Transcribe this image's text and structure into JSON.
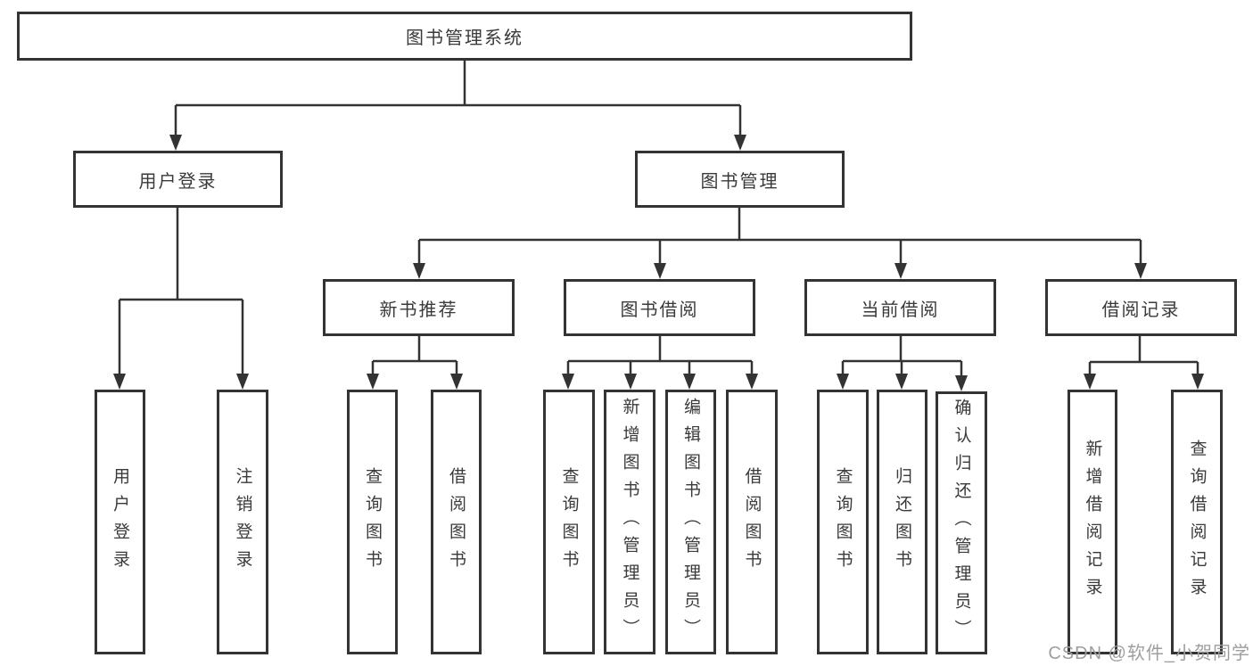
{
  "diagram": {
    "root": {
      "label": "图书管理系统"
    },
    "branches": [
      {
        "label": "用户登录",
        "children": [
          {
            "label": "用户登录"
          },
          {
            "label": "注销登录"
          }
        ]
      },
      {
        "label": "图书管理",
        "children": [
          {
            "label": "新书推荐",
            "children": [
              {
                "label": "查询图书"
              },
              {
                "label": "借阅图书"
              }
            ]
          },
          {
            "label": "图书借阅",
            "children": [
              {
                "label": "查询图书"
              },
              {
                "label": "新增图书（管理员）"
              },
              {
                "label": "编辑图书（管理员）"
              },
              {
                "label": "借阅图书"
              }
            ]
          },
          {
            "label": "当前借阅",
            "children": [
              {
                "label": "查询图书"
              },
              {
                "label": "归还图书"
              },
              {
                "label": "确认归还（管理员）"
              }
            ]
          },
          {
            "label": "借阅记录",
            "children": [
              {
                "label": "新增借阅记录"
              },
              {
                "label": "查询借阅记录"
              }
            ]
          }
        ]
      }
    ]
  },
  "watermark": {
    "text": "CSDN @软件_小贺同学"
  },
  "colors": {
    "line": "#333333",
    "box_border": "#333333",
    "text": "#3a3a3a",
    "background": "#ffffff",
    "watermark": "#9e9e9e"
  }
}
